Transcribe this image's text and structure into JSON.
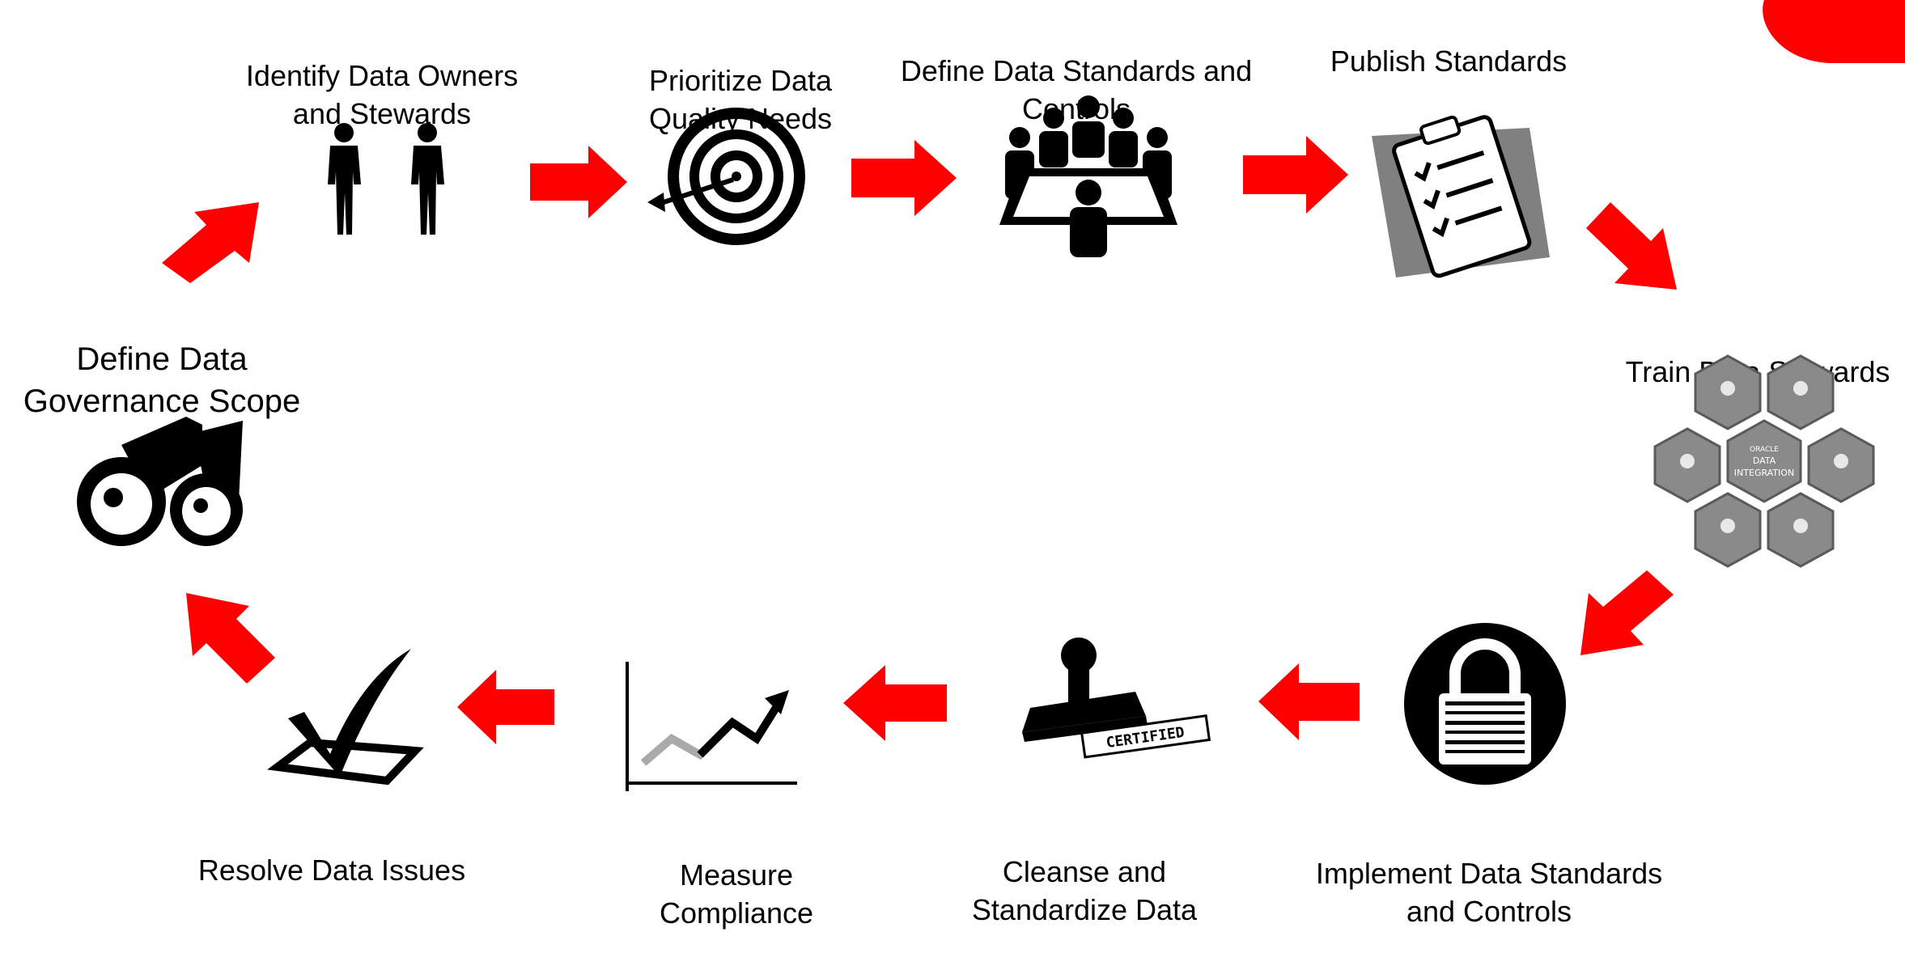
{
  "steps": [
    {
      "id": "scope",
      "line1": "Define Data",
      "line2": "Governance Scope",
      "icon": "binoculars-icon"
    },
    {
      "id": "owners",
      "line1": "Identify Data Owners",
      "line2": "and Stewards",
      "icon": "people-icon"
    },
    {
      "id": "prioritize",
      "line1": "Prioritize Data",
      "line2": "Quality Needs",
      "icon": "target-icon"
    },
    {
      "id": "define",
      "line1": "Define Data Standards and",
      "line2": "Controls",
      "icon": "meeting-icon"
    },
    {
      "id": "publish",
      "line1": "Publish Standards",
      "line2": "",
      "icon": "clipboard-checklist-icon"
    },
    {
      "id": "train",
      "line1": "Train Data Stewards",
      "line2": "",
      "icon": "hexagon-integration-icon"
    },
    {
      "id": "implement",
      "line1": "Implement Data Standards",
      "line2": "and Controls",
      "icon": "padlock-icon"
    },
    {
      "id": "cleanse",
      "line1": "Cleanse and",
      "line2": "Standardize Data",
      "icon": "certified-stamp-icon"
    },
    {
      "id": "measure",
      "line1": "Measure",
      "line2": "Compliance",
      "icon": "trend-chart-icon"
    },
    {
      "id": "resolve",
      "line1": "Resolve Data Issues",
      "line2": "",
      "icon": "checkmark-box-icon"
    }
  ],
  "hex_center_text": [
    "ORACLE",
    "DATA",
    "INTEGRATION"
  ],
  "stamp_text": "CERTIFIED",
  "colors": {
    "arrow": "#ff0000",
    "icon": "#000000",
    "hex": "#8a8a8a",
    "clipboard_back": "#808080"
  }
}
